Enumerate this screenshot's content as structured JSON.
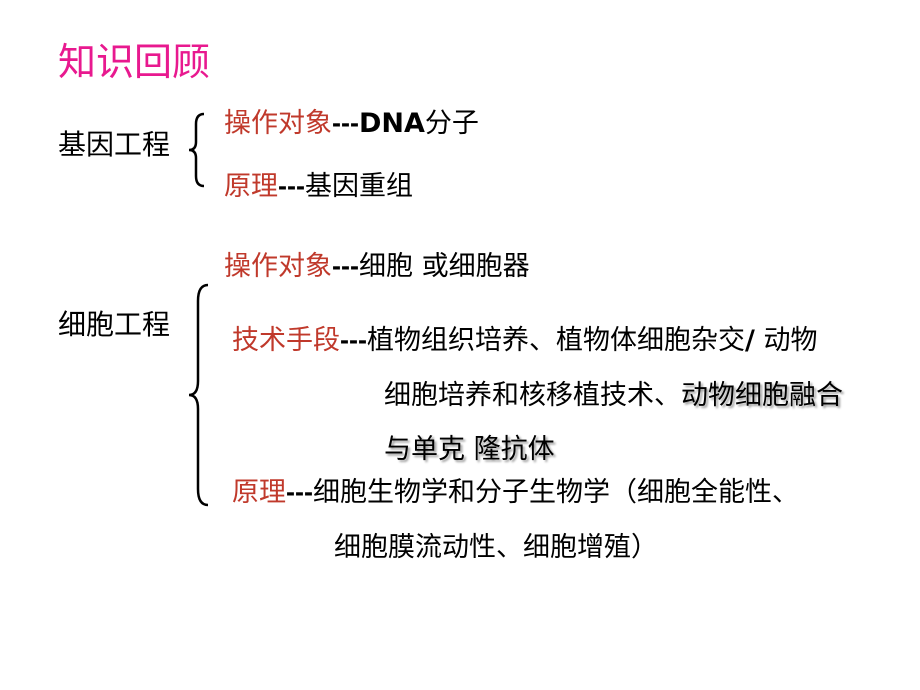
{
  "title": "知识回顾",
  "gene": {
    "label": "基因工程",
    "object_term": "操作对象",
    "object_dash": "---",
    "object_value_bold": "DNA",
    "object_value_rest": "分子",
    "principle_term": "原理",
    "principle_dash": "---",
    "principle_value": "基因重组"
  },
  "cell": {
    "label": "细胞工程",
    "object_term": "操作对象",
    "object_dash": "---",
    "object_value": "细胞 或细胞器",
    "tech_term": "技术手段",
    "tech_dash": "---",
    "tech_line1": "植物组织培养、植物体细胞杂交",
    "tech_line1_slash": "/",
    "tech_line1_end": " 动物",
    "tech_line2_plain": "细胞培养和核移植技术、",
    "tech_line2_shadow": "动物细胞融合",
    "tech_line3_shadow": "与单克 隆抗体",
    "principle_term": "原理",
    "principle_dash": "---",
    "principle_line1": "细胞生物学和分子生物学（细胞全能性、",
    "principle_line2": "细胞膜流动性、细胞增殖）"
  },
  "colors": {
    "title": "#e8198f",
    "term": "#c0392b",
    "text": "#000000"
  }
}
